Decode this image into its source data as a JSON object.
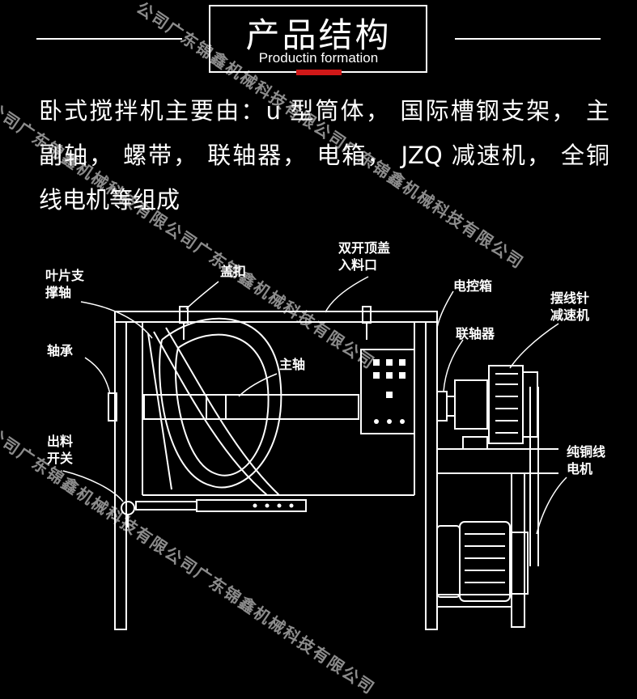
{
  "header": {
    "title_zh": "产品结构",
    "title_en": "Productin formation"
  },
  "intro": {
    "line1": "卧式搅拌机主要由：u 型筒体， 国际槽钢支架， 主",
    "line2": "副轴， 螺带， 联轴器， 电箱， JZQ 减速机， 全铜",
    "line3": "线电机等组成"
  },
  "labels": {
    "blade_support_shaft": "叶片支\n撑轴",
    "lid_clasp": "盖扣",
    "double_lid_inlet": "双开顶盖\n入料口",
    "control_box": "电控箱",
    "cycloid_reducer": "摆线针\n减速机",
    "bearing": "轴承",
    "main_shaft": "主轴",
    "coupling": "联轴器",
    "discharge_switch": "出料\n开关",
    "copper_motor": "纯铜线\n电机"
  },
  "watermark": "公司广东锦鑫机械科技有限公司广东锦鑫机械科技有限公司",
  "colors": {
    "background": "#000000",
    "line": "#ffffff",
    "accent": "#d01818"
  }
}
